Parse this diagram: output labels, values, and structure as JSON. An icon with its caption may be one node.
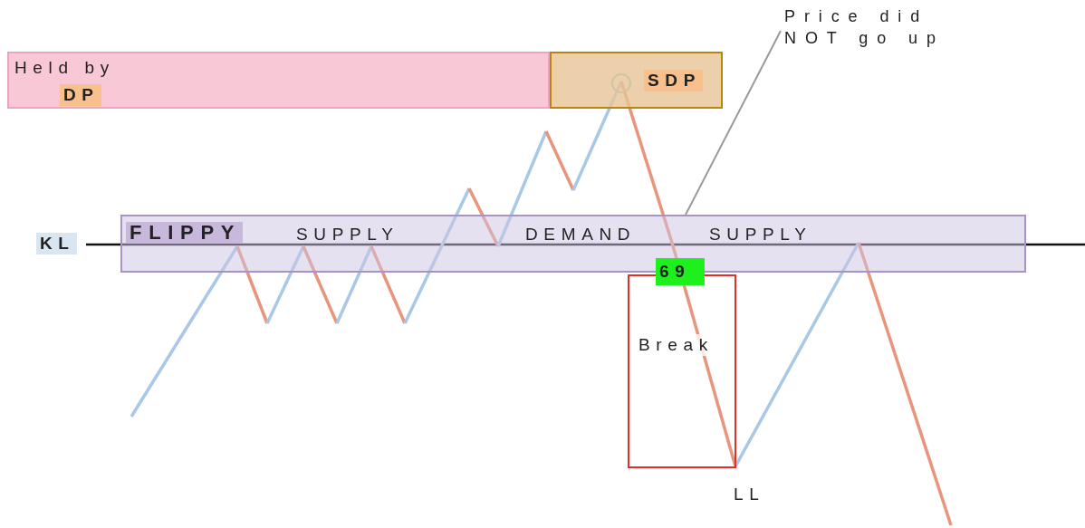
{
  "diagram": {
    "nodes": [
      {
        "text": [
          "Held by",
          "DP"
        ]
      },
      {
        "text": [
          "SDP"
        ]
      },
      {
        "text": [
          "Price did NOT go up"
        ]
      },
      {
        "text": [
          "FLIPPY",
          "SUPPLY",
          "DEMAND",
          "SUPPLY"
        ]
      },
      {
        "text": [
          "69"
        ]
      },
      {
        "text": [
          "Break"
        ]
      }
    ],
    "edges": [
      {
        "from": 2,
        "to": 3,
        "arrow": "none"
      }
    ],
    "labels": [
      "KL",
      "LL"
    ]
  }
}
